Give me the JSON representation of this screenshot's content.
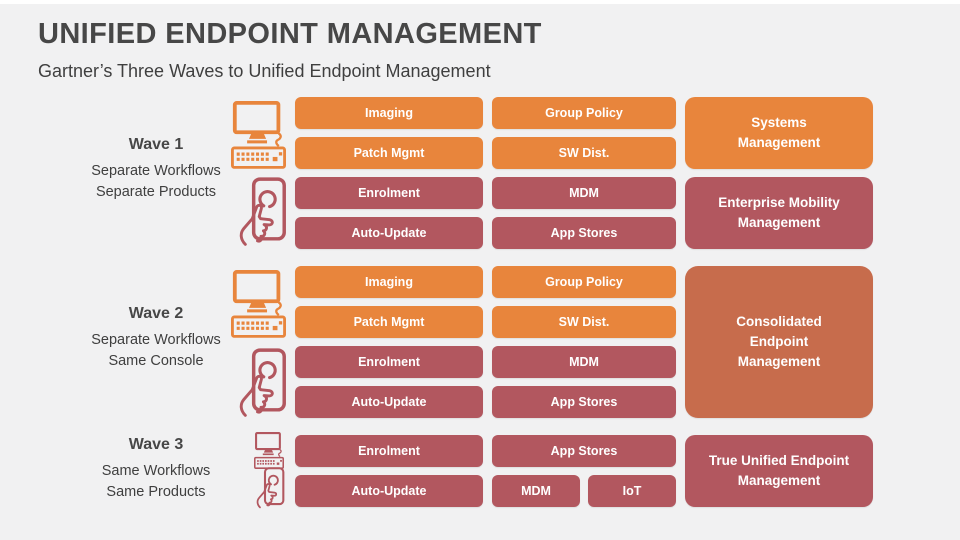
{
  "colors": {
    "orange": "#E8853C",
    "red": "#B2575F",
    "terracotta": "#C76C4C",
    "bg": "#F1F1F2",
    "heading": "#474747",
    "text": "#3F3F3F"
  },
  "header": {
    "title": "UNIFIED ENDPOINT MANAGEMENT",
    "subtitle": "Gartner’s Three Waves to Unified Endpoint Management"
  },
  "waves": [
    {
      "label": "Wave 1",
      "description": [
        "Separate Workflows",
        "Separate Products"
      ],
      "icons": [
        "desktop-computer-icon",
        "touch-phone-icon"
      ],
      "pills": [
        {
          "label": "Imaging",
          "color": "orange"
        },
        {
          "label": "Group Policy",
          "color": "orange"
        },
        {
          "label": "Patch Mgmt",
          "color": "orange"
        },
        {
          "label": "SW Dist.",
          "color": "orange"
        },
        {
          "label": "Enrolment",
          "color": "red"
        },
        {
          "label": "MDM",
          "color": "red"
        },
        {
          "label": "Auto-Update",
          "color": "red"
        },
        {
          "label": "App Stores",
          "color": "red"
        }
      ],
      "outcomes": [
        {
          "color": "orange",
          "lines": [
            "Systems",
            "Management"
          ]
        },
        {
          "color": "red",
          "lines": [
            "Enterprise Mobility",
            "Management"
          ]
        }
      ]
    },
    {
      "label": "Wave 2",
      "description": [
        "Separate Workflows",
        "Same Console"
      ],
      "icons": [
        "desktop-computer-icon",
        "touch-phone-icon"
      ],
      "pills": [
        {
          "label": "Imaging",
          "color": "orange"
        },
        {
          "label": "Group Policy",
          "color": "orange"
        },
        {
          "label": "Patch Mgmt",
          "color": "orange"
        },
        {
          "label": "SW Dist.",
          "color": "orange"
        },
        {
          "label": "Enrolment",
          "color": "red"
        },
        {
          "label": "MDM",
          "color": "red"
        },
        {
          "label": "Auto-Update",
          "color": "red"
        },
        {
          "label": "App Stores",
          "color": "red"
        }
      ],
      "outcomes": [
        {
          "color": "terracotta",
          "lines": [
            "Consolidated",
            "Endpoint",
            "Management"
          ]
        }
      ]
    },
    {
      "label": "Wave 3",
      "description": [
        "Same Workflows",
        "Same Products"
      ],
      "icons": [
        "desktop-computer-icon",
        "touch-phone-icon"
      ],
      "pills": [
        {
          "label": "Enrolment",
          "color": "red"
        },
        {
          "label": "App Stores",
          "color": "red"
        },
        {
          "label": "Auto-Update",
          "color": "red"
        },
        {
          "label": "MDM",
          "color": "red"
        },
        {
          "label": "IoT",
          "color": "red"
        }
      ],
      "outcomes": [
        {
          "color": "red",
          "lines": [
            "True Unified Endpoint",
            "Management"
          ]
        }
      ]
    }
  ]
}
